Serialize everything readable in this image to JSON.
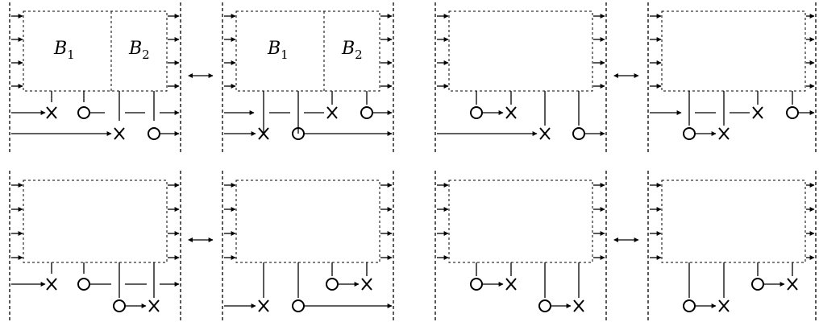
{
  "figure": {
    "labels": {
      "b1_base": "B",
      "b1_sub": "1",
      "b2_base": "B",
      "b2_sub": "2"
    },
    "relation_symbol": "↔"
  }
}
